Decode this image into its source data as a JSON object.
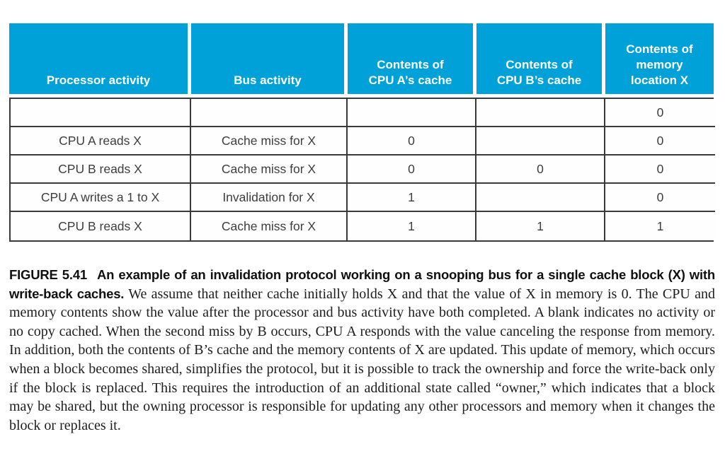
{
  "figure_table": {
    "headers": [
      "Processor activity",
      "Bus activity",
      "Contents of\nCPU A’s cache",
      "Contents of\nCPU B’s cache",
      "Contents of\nmemory\nlocation X"
    ],
    "rows": [
      [
        "",
        "",
        "",
        "",
        "0"
      ],
      [
        "CPU A reads X",
        "Cache miss for X",
        "0",
        "",
        "0"
      ],
      [
        "CPU B reads X",
        "Cache miss for X",
        "0",
        "0",
        "0"
      ],
      [
        "CPU A writes a 1 to X",
        "Invalidation for X",
        "1",
        "",
        "0"
      ],
      [
        "CPU B reads X",
        "Cache miss for X",
        "1",
        "1",
        "1"
      ]
    ]
  },
  "caption": {
    "label": "FIGURE 5.41",
    "bold_title": "An example of an invalidation protocol working on a snooping bus for a single cache block (X) with write-back caches.",
    "body": "We assume that neither cache initially holds X and that the value of X in memory is 0. The CPU and memory contents show the value after the processor and bus activity have both completed. A blank indicates no activity or no copy cached. When the second miss by B occurs, CPU A responds with the value canceling the response from memory. In addition, both the contents of B’s cache and the memory contents of X are updated. This update of memory, which occurs when a block becomes shared, simplifies the protocol, but it is possible to track the ownership and force the write-back only if the block is replaced. This requires the introduction of an additional state called “owner,” which indicates that a block may be shared, but the owning processor is responsible for updating any other processors and memory when it changes the block or replaces it."
  },
  "colors": {
    "header_bg": "#00A0D8",
    "header_text": "#FFFFFF",
    "body_text": "#3D3D3D",
    "border": "#3A3A3A",
    "caption_text": "#1D1D1D"
  }
}
